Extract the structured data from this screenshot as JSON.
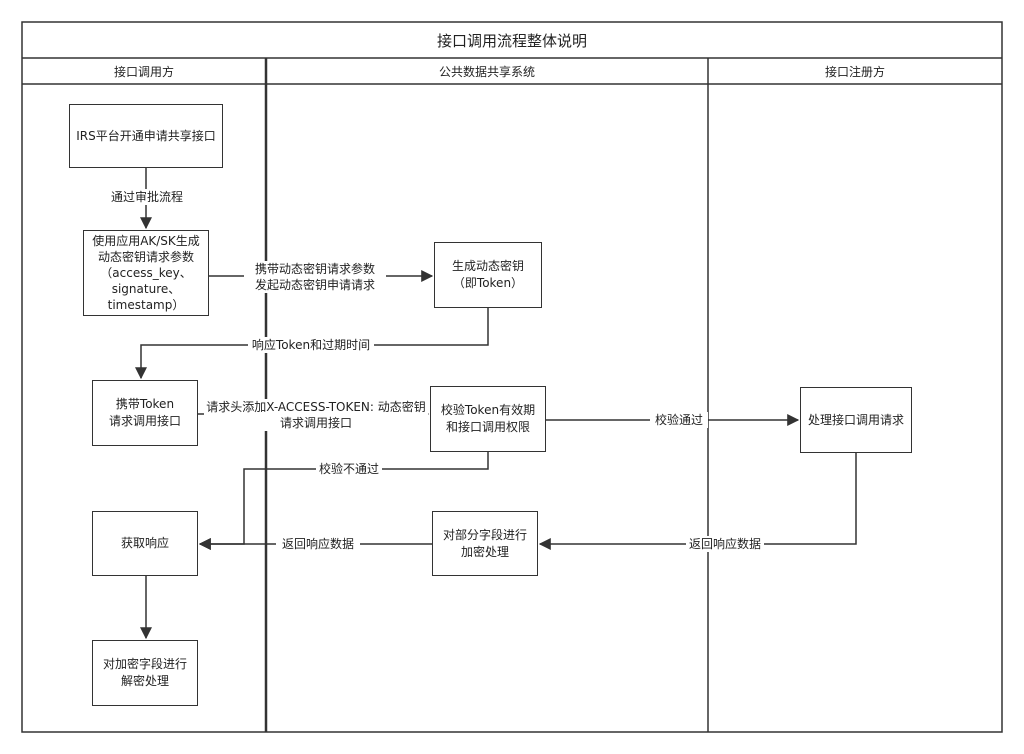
{
  "title": "接口调用流程整体说明",
  "lanes": [
    "接口调用方",
    "公共数据共享系统",
    "接口注册方"
  ],
  "nodes": {
    "irs_apply": "IRS平台开通申请共享接口",
    "gen_params": "使用应用AK/SK生成\n动态密钥请求参数\n（access_key、\nsignature、\ntimestamp）",
    "gen_token": "生成动态密钥\n（即Token）",
    "call_with_token": "携带Token\n请求调用接口",
    "verify_token": "校验Token有效期\n和接口调用权限",
    "handle_request": "处理接口调用请求",
    "get_response": "获取响应",
    "encrypt_fields": "对部分字段进行\n加密处理",
    "decrypt_fields": "对加密字段进行\n解密处理"
  },
  "edges": {
    "approval": "通过审批流程",
    "send_params": "携带动态密钥请求参数\n发起动态密钥申请请求",
    "return_token": "响应Token和过期时间",
    "add_header": "请求头添加X-ACCESS-TOKEN: 动态密钥\n请求调用接口",
    "verify_pass": "校验通过",
    "verify_fail": "校验不通过",
    "return_data_1": "返回响应数据",
    "return_data_2": "返回响应数据"
  },
  "colors": {
    "stroke": "#333333",
    "background": "#ffffff"
  }
}
